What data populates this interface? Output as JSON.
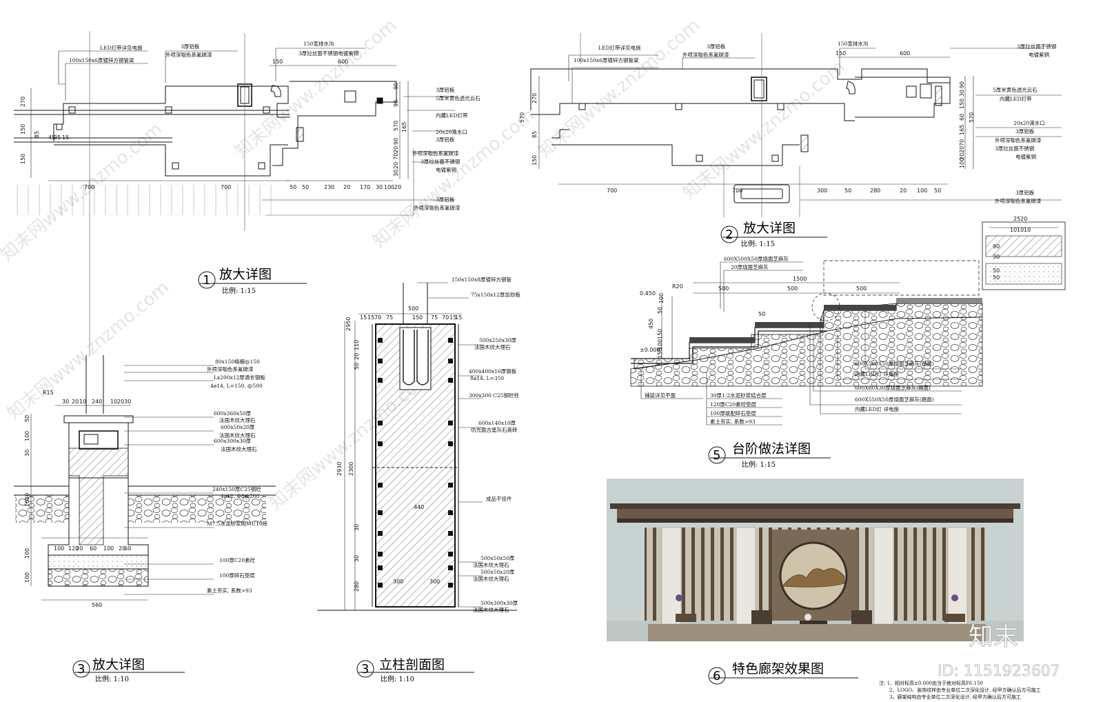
{
  "drawing": {
    "panels": [
      {
        "id": "p1",
        "number": "1",
        "title": "放大详图",
        "scale": "比例: 1:15",
        "labels": [
          "LED灯带详见电施",
          "100x150x6厚镀锌方钢管梁",
          "3厚铝板",
          "外喷深咖色系氟碳漆",
          "150宽排水沟",
          "3厚拉丝面不锈钢电镀紫铜",
          "3厚铝板",
          "5厚米黄色透光云石",
          "内藏LED灯带",
          "20x20滴水口",
          "3厚铝板",
          "外喷深咖色系氟碳漆",
          "3厚拉丝面不锈钢",
          "电镀紫铜",
          "3厚铝板",
          "外喷深咖色系氟碳漆"
        ],
        "dims_top": [
          "150",
          "600"
        ],
        "dims_bottom": [
          "700",
          "700",
          "50",
          "50",
          "230",
          "20",
          "170",
          "30",
          "100",
          "20"
        ],
        "dims_left": [
          "270",
          "150",
          "85",
          "35",
          "150",
          "45",
          "15"
        ],
        "dims_right": [
          "90",
          "90",
          "570",
          "90",
          "165",
          "20",
          "70",
          "20",
          "30"
        ]
      },
      {
        "id": "p2",
        "number": "2",
        "title": "放大详图",
        "scale": "比例: 1:15",
        "labels": [
          "LED灯带详见电施",
          "100x150x6厚镀锌方钢管梁",
          "3厚铝板",
          "外喷深咖色系氟碳漆",
          "150宽排水沟",
          "3厚拉丝面不锈钢",
          "电镀紫铜",
          "5厚米黄色透光云石",
          "内藏LED灯带",
          "20x20滴水口",
          "3厚铝板",
          "外喷深咖色系氟碳漆",
          "3厚拉丝面不锈钢",
          "电镀紫铜",
          "3厚铝板",
          "外喷深咖色系氟碳漆"
        ],
        "dims_top": [
          "150",
          "600"
        ],
        "dims_bottom": [
          "700",
          "700",
          "300",
          "50",
          "280",
          "20",
          "100",
          "50"
        ],
        "dims_left": [
          "270",
          "570",
          "85",
          "150"
        ],
        "dims_right": [
          "90",
          "30",
          "150",
          "60",
          "570",
          "165",
          "70",
          "20",
          "20",
          "100"
        ]
      },
      {
        "id": "p3a",
        "number": "3",
        "title": "放大详图",
        "scale": "比例: 1:10",
        "labels": [
          "80x150格栅@150",
          "外喷深咖色系氟碳漆",
          "Lx200x12厚通长钢板",
          "4⌀14, L=150, @500",
          "600x360x50厚",
          "法国木纹大理石",
          "600x50x20厚",
          "法国木纹大理石",
          "600x300x30厚",
          "法国木纹大理石",
          "240x150厚C25钢砼",
          "4⌀12, Φ8@200",
          "M7.5水泥砂浆砌MU10砖",
          "100厚C20素砼",
          "100厚碎石垫层",
          "素土夯实, 系数>93"
        ],
        "dims_top": [
          "30",
          "20",
          "10",
          "240",
          "10",
          "20",
          "30"
        ],
        "dims_bottom": [
          "560"
        ],
        "dims_left": [
          "R15",
          "50",
          "100",
          "30",
          "1080",
          "100",
          "100"
        ],
        "dims_mid": [
          "100",
          "120",
          "20",
          "60",
          "100",
          "20",
          "60"
        ]
      },
      {
        "id": "p3b",
        "number": "3",
        "title": "立柱剖面图",
        "scale": "比例: 1:10",
        "labels": [
          "150x150x8厚镀锌方钢管",
          "75x150x12厚加劲板",
          "500x250x30厚",
          "法国木纹大理石",
          "400x400x16厚钢板",
          "8⌀14, L=350",
          "300x300 C25钢砼柱",
          "600x140x10厚",
          "仿光面古堡灰石英砖",
          "成品干挂件",
          "500x50x50厚",
          "法国木纹大理石",
          "500x50x20厚",
          "法国木纹大理石",
          "500x300x30厚",
          "法国木纹大理石"
        ],
        "dims_top": [
          "500",
          "15",
          "15",
          "70",
          "75",
          "150",
          "75",
          "70",
          "15",
          "15"
        ],
        "dims_left": [
          "2950",
          "110",
          "20",
          "50",
          "2930",
          "2300",
          "30",
          "30",
          "280"
        ],
        "dims_inner": [
          "440",
          "300",
          "300"
        ]
      },
      {
        "id": "p5",
        "number": "5",
        "title": "台阶做法详图",
        "scale": "比例: 1:15",
        "labels": [
          "600X500X50厚烧面芝麻灰",
          "20厚烧面芝麻灰",
          "600X500X50厚烧面芝麻灰(踏面)",
          "内藏LED灯 详电施",
          "600X80X30厚烧面芝麻灰(踢面)",
          "600X550X50厚烧面芝麻灰(踏面)",
          "内藏LED灯 详电施",
          "30厚1:2水泥砂浆结合层",
          "120厚C20素砼垫层",
          "100厚级配碎石垫层",
          "素土夯实, 系数>93",
          "铺装详见平面"
        ],
        "dims_top": [
          "1500",
          "500",
          "500",
          "500"
        ],
        "dims_left": [
          "0.450",
          "±0.000",
          "R20",
          "50",
          "100",
          "450",
          "150",
          "100",
          "150"
        ],
        "dims_step": [
          "50"
        ],
        "dims_detail": [
          "2520",
          "10",
          "10",
          "10",
          "50",
          "90",
          "30",
          "50"
        ]
      },
      {
        "id": "p6",
        "number": "6",
        "title": "特色廊架效果图",
        "scale": "",
        "labels": []
      }
    ],
    "notes": [
      "注: 1、相对标高±0.000由当于绝对标高F6.150",
      "2、LOGO、装饰纹样由专业单位二次深化设计, 经甲方确认后方可施工",
      "3、廊架结构由专业单位二次深化设计, 经甲方确认后方可施工"
    ],
    "watermarks": [
      "知末网www.znzmo.com",
      "知末网www.znzmo.com",
      "知末网www.znzmo.com",
      "知末网www.znzmo.com",
      "知末网www.znzmo.com",
      "知末网www.znzmo.com",
      "知末网www.znzmo.com"
    ],
    "brand": "知末",
    "id_text": "ID: 1151923607"
  }
}
